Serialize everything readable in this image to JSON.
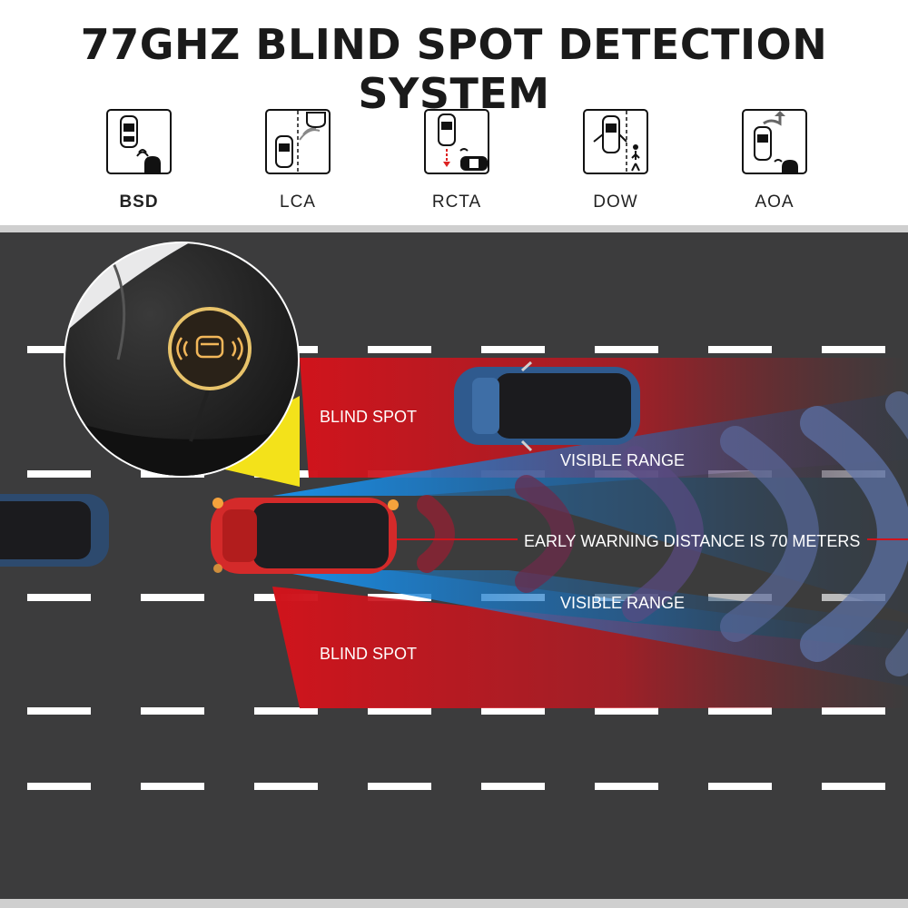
{
  "title": "77GHZ BLIND SPOT DETECTION SYSTEM",
  "features": [
    {
      "label": "BSD",
      "icon": "bsd-icon"
    },
    {
      "label": "LCA",
      "icon": "lca-icon"
    },
    {
      "label": "RCTA",
      "icon": "rcta-icon"
    },
    {
      "label": "DOW",
      "icon": "dow-icon"
    },
    {
      "label": "AOA",
      "icon": "aoa-icon"
    }
  ],
  "scene": {
    "blind_spot_top": "BLIND SPOT",
    "blind_spot_bottom": "BLIND SPOT",
    "visible_range_top": "VISIBLE RANGE",
    "visible_range_bottom": "VISIBLE RANGE",
    "early_warning": "EARLY WARNING DISTANCE IS 70 METERS"
  },
  "colors": {
    "road": "#3c3c3d",
    "blind_spot_red": "#d0141c",
    "visible_range_blue": "#1a8fe6",
    "ego_car_red": "#d42a2a",
    "warning_yellow": "#f3e21a",
    "indicator_amber": "#f4a23c"
  }
}
